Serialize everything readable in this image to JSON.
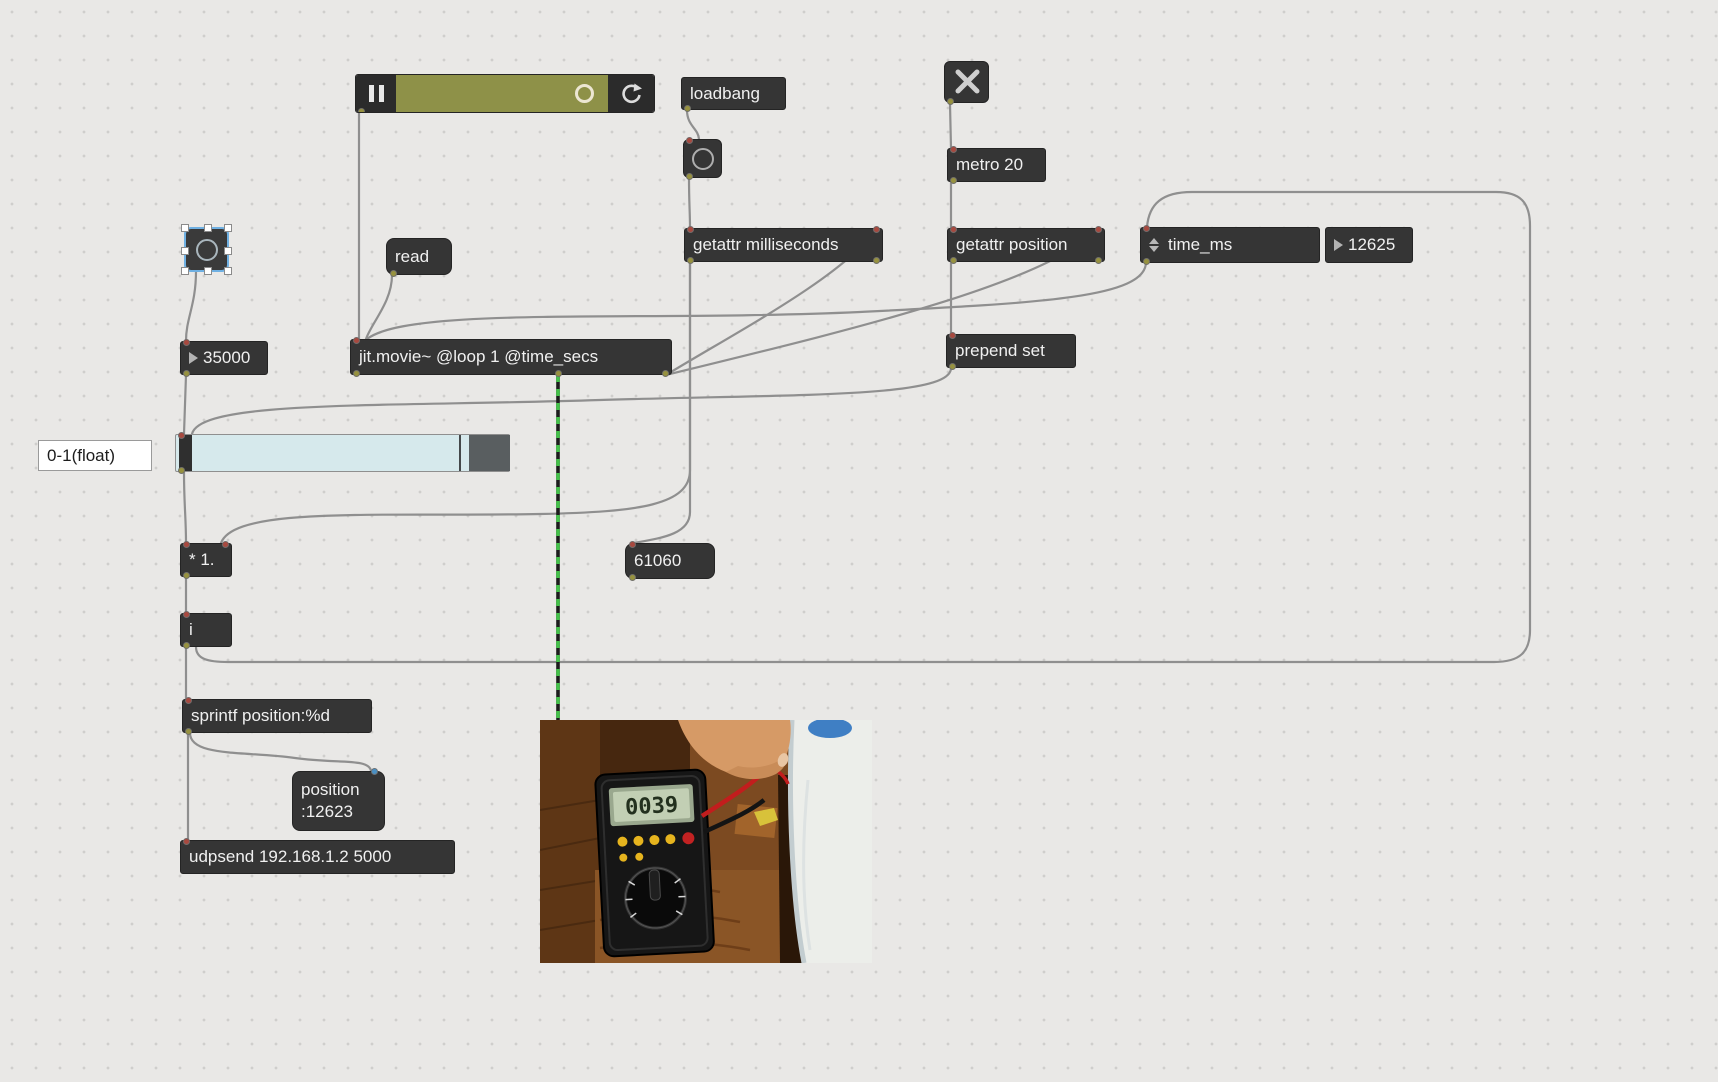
{
  "nodes": {
    "loadbang": {
      "label": "loadbang"
    },
    "metro": {
      "label": "metro 20"
    },
    "getattr_milliseconds": {
      "label": "getattr milliseconds"
    },
    "getattr_position": {
      "label": "getattr position"
    },
    "attrui": {
      "label": "time_ms"
    },
    "time_number": {
      "value": "12625"
    },
    "read_message": {
      "label": "read"
    },
    "duration_number": {
      "value": "35000"
    },
    "jit_movie": {
      "label": "jit.movie~ @loop 1 @time_secs"
    },
    "prepend_set": {
      "label": "prepend set"
    },
    "comment": {
      "label": "0-1(float)"
    },
    "multiply": {
      "label": "* 1."
    },
    "message_61060": {
      "label": "61060"
    },
    "int_object": {
      "label": "i"
    },
    "sprintf": {
      "label": "sprintf position:%d"
    },
    "position_message": {
      "line1": "position",
      "line2": ":12623"
    },
    "udpsend": {
      "label": "udpsend 192.168.1.2 5000"
    }
  },
  "photo": {
    "meter_display": "0039"
  },
  "colors": {
    "canvas_bg": "#e9e8e6",
    "object_bg": "#353535",
    "playbar_track": "#8e9148",
    "slider_track": "#d6e9ec",
    "selection_blue": "#6fb0e2",
    "jitter_cord_green": "#44c24a",
    "patch_cord_gray": "#8f8f8f"
  }
}
